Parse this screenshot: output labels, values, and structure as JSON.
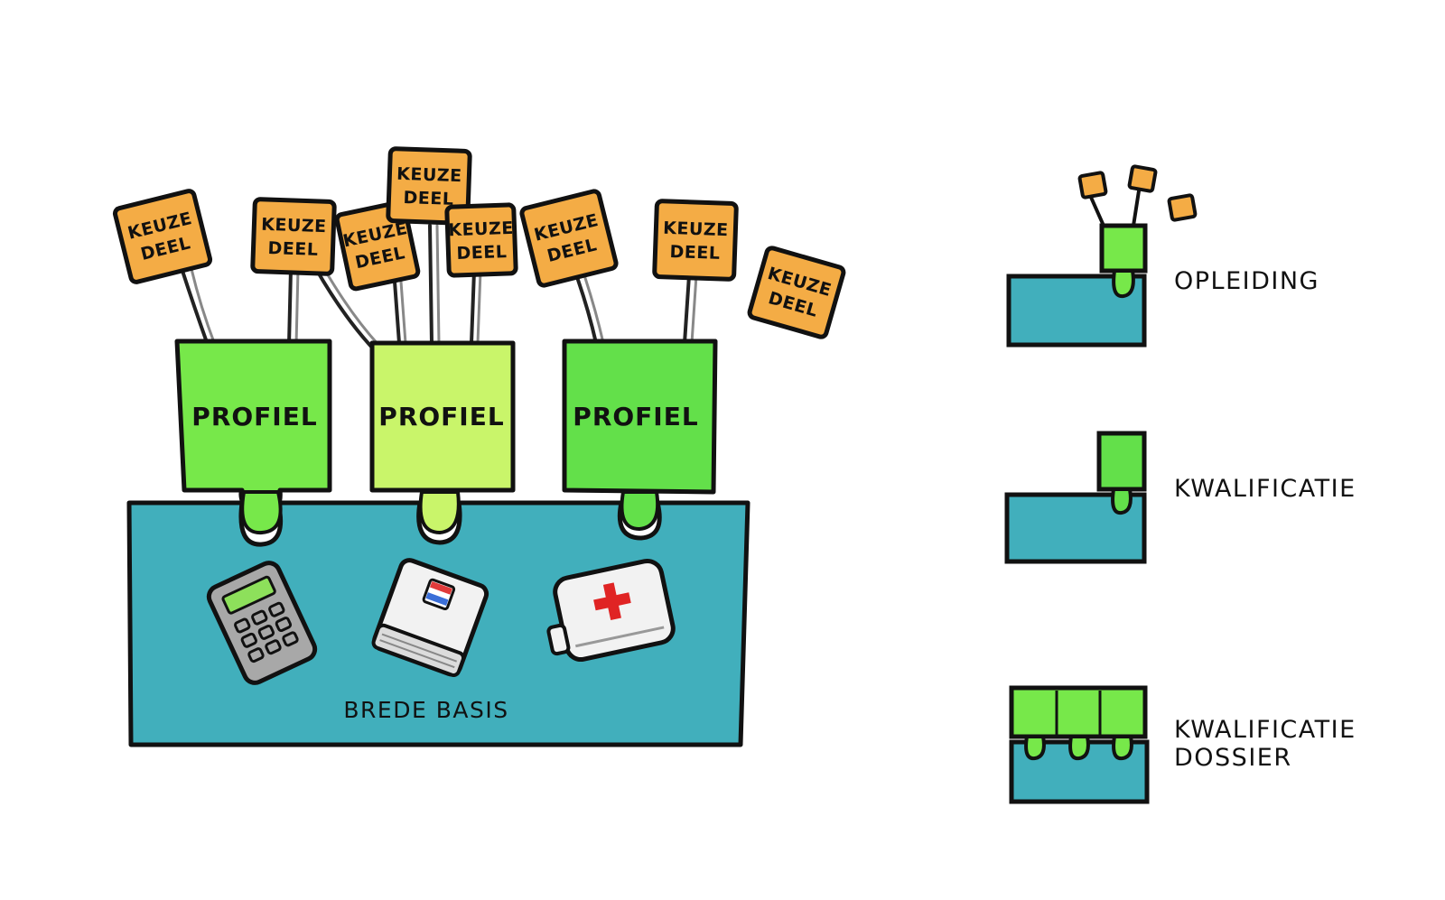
{
  "colors": {
    "base": "#41afbc",
    "profile_1": "#77e84a",
    "profile_2": "#c9f56a",
    "profile_3": "#63e04a",
    "tag": "#f4ac45",
    "outline": "#111111",
    "cross": "#e02424"
  },
  "keuzedeel": {
    "line1": "KEUZE",
    "line2": "DEEL"
  },
  "profiles": [
    {
      "label": "PROFIEL"
    },
    {
      "label": "PROFIEL"
    },
    {
      "label": "PROFIEL"
    }
  ],
  "base": {
    "label": "BREDE BASIS",
    "icons": [
      "calculator-icon",
      "book-icon",
      "first-aid-kit-icon"
    ]
  },
  "legend": [
    {
      "label": "OPLEIDING"
    },
    {
      "label": "KWALIFICATIE"
    },
    {
      "line1": "KWALIFICATIE",
      "line2": "DOSSIER"
    }
  ]
}
